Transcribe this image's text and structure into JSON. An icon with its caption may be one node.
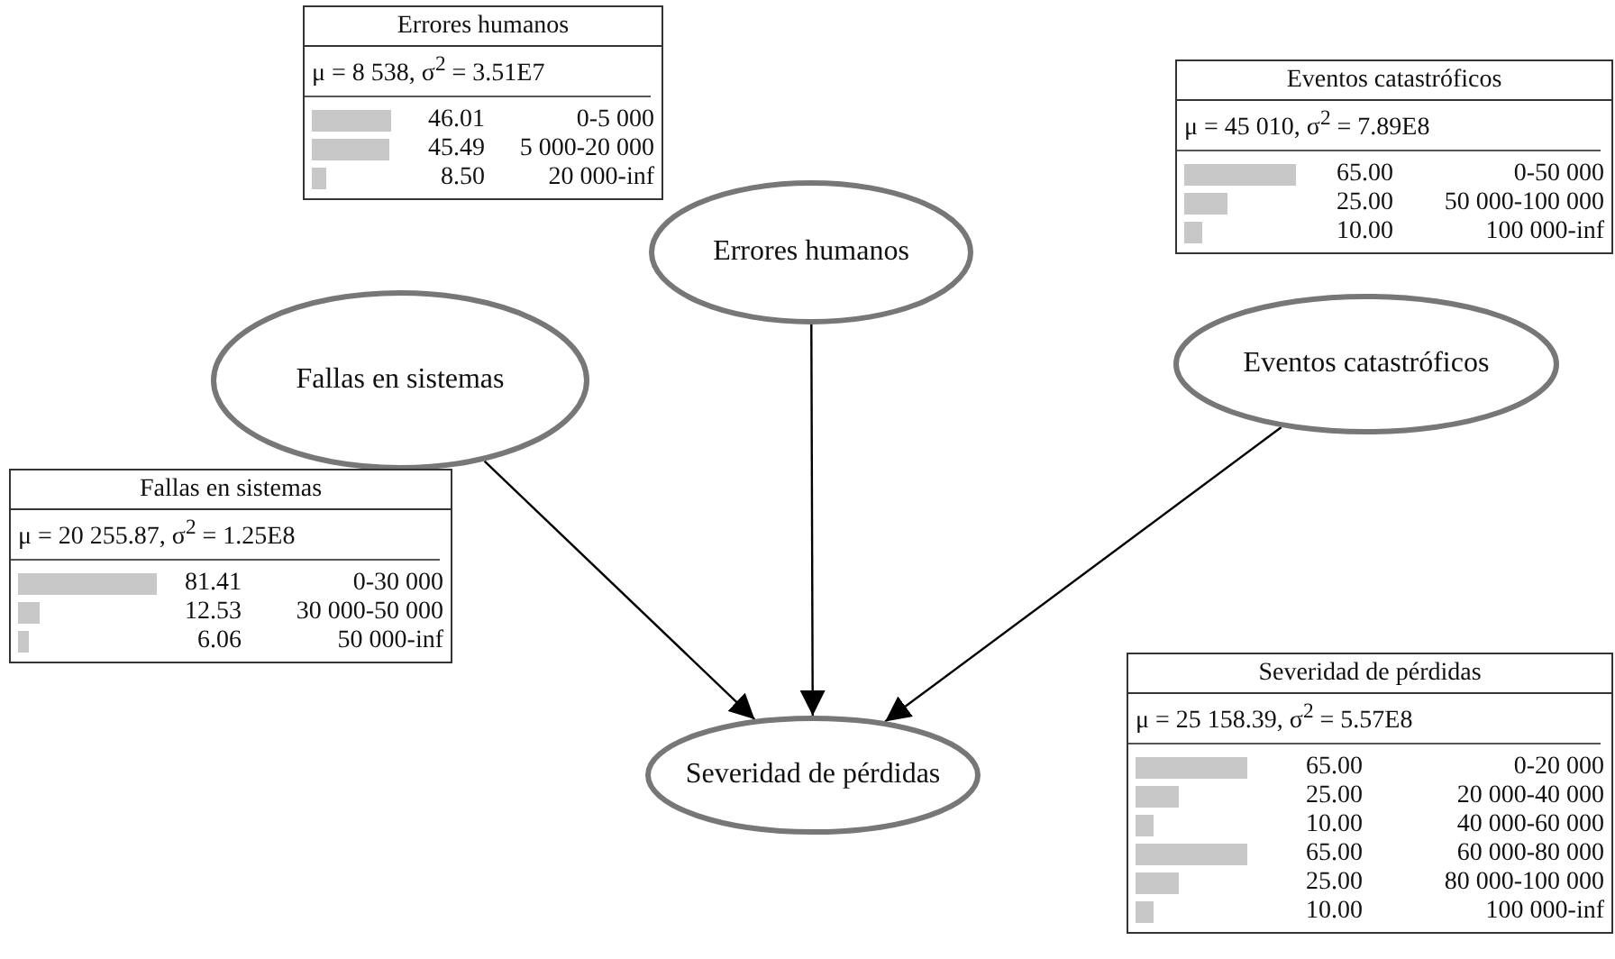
{
  "diagram": {
    "nodes": [
      {
        "text": [
          "Errores humanos",
          "μ = 8 538, σ$^{2}$ = 3.51E7",
          "46.01",
          "0-5 000",
          "45.49",
          "5 000-20 000",
          "8.50",
          "20 000-inf"
        ]
      },
      {
        "text": [
          "Eventos catastróficos",
          "μ = 45 010, σ$^{2}$ = 7.89E8",
          "65.00",
          "0-50 000",
          "25.00",
          "50 000-100 000",
          "10.00",
          "100 000-inf"
        ]
      },
      {
        "text": [
          "Errores humanos"
        ]
      },
      {
        "text": [
          "Fallas en sistemas"
        ]
      },
      {
        "text": [
          "Eventos catastróficos"
        ]
      },
      {
        "text": [
          "Fallas en sistemas",
          "μ = 20 255.87, σ$^{2}$ = 1.25E8",
          "81.41",
          "0-30 000",
          "12.53",
          "30 000-50 000",
          "6.06",
          "50 000-inf"
        ]
      },
      {
        "text": [
          "Severidad de pérdidas"
        ]
      },
      {
        "text": [
          "Severidad de pérdidas",
          "μ = 25 158.39, σ$^{2}$ = 5.57E8",
          "65.00",
          "0-20 000",
          "25.00",
          "20 000-40 000",
          "10.00",
          "40 000-60 000",
          "65.00",
          "60 000-80 000",
          "25.00",
          "80 000-100 000",
          "10.00",
          "100 000-inf"
        ]
      }
    ],
    "edges": [
      {
        "from": 3,
        "to": 6,
        "arrow": "to"
      },
      {
        "from": 2,
        "to": 6,
        "arrow": "to"
      },
      {
        "from": 4,
        "to": 6,
        "arrow": "to"
      }
    ]
  }
}
